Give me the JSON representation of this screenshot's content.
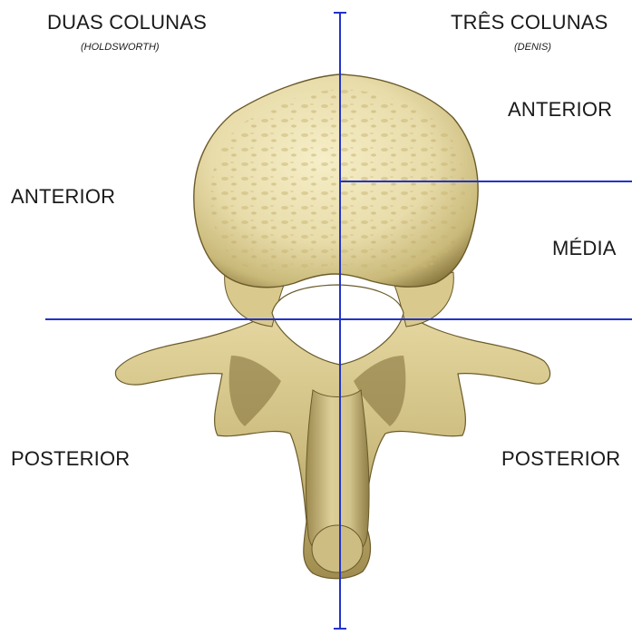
{
  "diagram": {
    "left_column": {
      "title": "DUAS COLUNAS",
      "subtitle": "(HOLDSWORTH)",
      "regions": [
        "ANTERIOR",
        "POSTERIOR"
      ]
    },
    "right_column": {
      "title": "TRÊS COLUNAS",
      "subtitle": "(DENIS)",
      "regions": [
        "ANTERIOR",
        "MÉDIA",
        "POSTERIOR"
      ]
    },
    "line_color": "#2233cc",
    "bone_color": "#e7dca8",
    "bone_shadow_color": "#8a7a45"
  }
}
